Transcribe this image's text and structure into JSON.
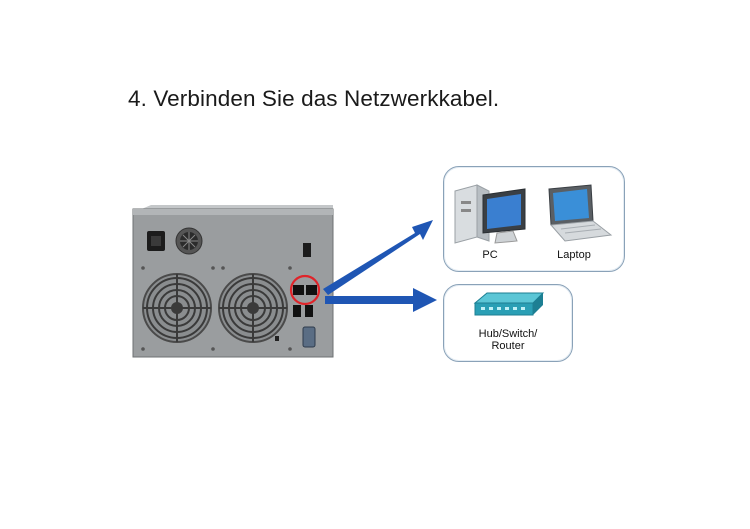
{
  "title": "4. Verbinden Sie das Netzwerkkabel.",
  "devices": {
    "pc_label": "PC",
    "laptop_label": "Laptop",
    "hub_label_line1": "Hub/Switch/",
    "hub_label_line2": "Router"
  },
  "colors": {
    "arrow": "#1f56b4",
    "box_border": "#8aa2b8",
    "nas_body": "#9a9d9f",
    "highlight_circle": "#e0242a",
    "hub": "#2a9fb5"
  },
  "icons": [
    "nas-device-icon",
    "pc-icon",
    "laptop-icon",
    "hub-switch-router-icon",
    "arrow-icon"
  ]
}
